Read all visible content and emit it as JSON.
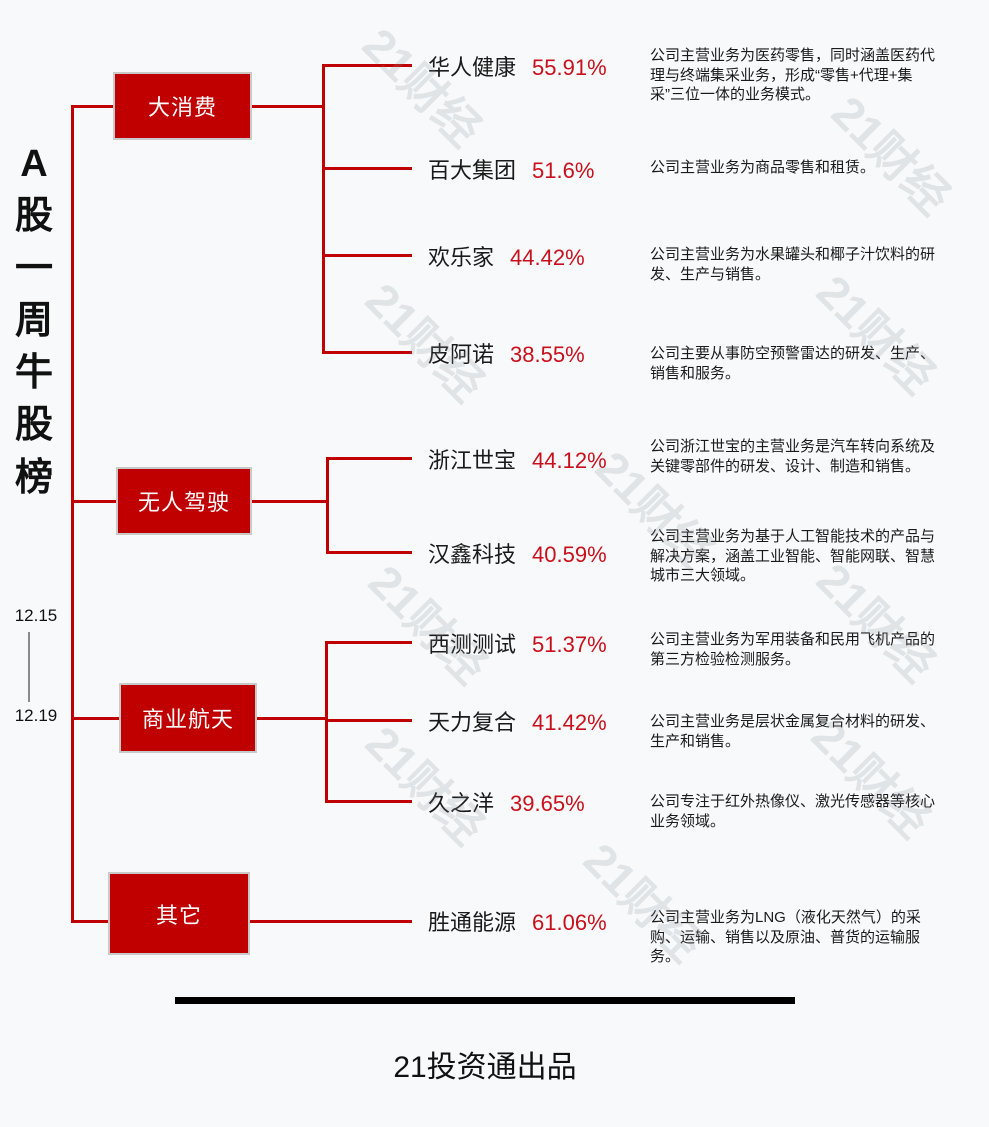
{
  "title": {
    "vertical_text": "A股一周牛股榜",
    "date_start": "12.15",
    "date_end": "12.19"
  },
  "watermark": {
    "text": "21财经"
  },
  "footer": {
    "caption": "21投资通出品"
  },
  "colors": {
    "accent_red": "#C00000",
    "pct_red": "#C8101C",
    "background": "#F7F9FA",
    "text_dark": "#1A1A1A"
  },
  "categories": [
    {
      "label": "大消费",
      "stocks": [
        {
          "name": "华人健康",
          "pct": "55.91%",
          "desc": "公司主营业务为医药零售，同时涵盖医药代理与终端集采业务，形成“零售+代理+集采”三位一体的业务模式。"
        },
        {
          "name": "百大集团",
          "pct": "51.6%",
          "desc": "公司主营业务为商品零售和租赁。"
        },
        {
          "name": "欢乐家",
          "pct": "44.42%",
          "desc": "公司主营业务为水果罐头和椰子汁饮料的研发、生产与销售。"
        },
        {
          "name": "皮阿诺",
          "pct": "38.55%",
          "desc": "公司主要从事防空预警雷达的研发、生产、销售和服务。"
        }
      ]
    },
    {
      "label": "无人驾驶",
      "stocks": [
        {
          "name": "浙江世宝",
          "pct": "44.12%",
          "desc": "公司浙江世宝的主营业务是汽车转向系统及关键零部件的研发、设计、制造和销售。"
        },
        {
          "name": "汉鑫科技",
          "pct": "40.59%",
          "desc": "公司主营业务为基于人工智能技术的产品与解决方案，涵盖工业智能、智能网联、智慧城市三大领域。"
        }
      ]
    },
    {
      "label": "商业航天",
      "stocks": [
        {
          "name": "西测测试",
          "pct": "51.37%",
          "desc": "公司主营业务为军用装备和民用飞机产品的第三方检验检测服务。"
        },
        {
          "name": "天力复合",
          "pct": "41.42%",
          "desc": "公司主营业务是层状金属复合材料的研发、生产和销售。"
        },
        {
          "name": "久之洋",
          "pct": "39.65%",
          "desc": "公司专注于红外热像仪、激光传感器等核心业务领域。"
        }
      ]
    },
    {
      "label": "其它",
      "stocks": [
        {
          "name": "胜通能源",
          "pct": "61.06%",
          "desc": "公司主营业务为LNG（液化天然气）的采购、运输、销售以及原油、普货的运输服务。"
        }
      ]
    }
  ]
}
